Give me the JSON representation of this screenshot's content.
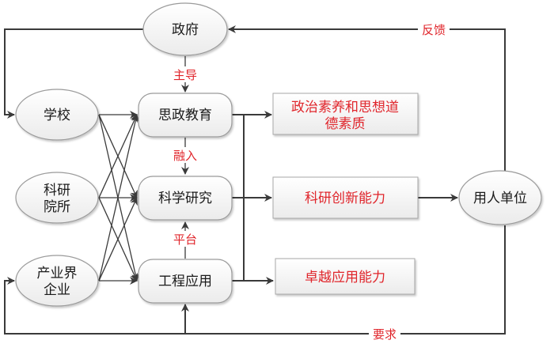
{
  "diagram": {
    "nodes": {
      "government": "政府",
      "school": "学校",
      "research_institute_line1": "科研",
      "research_institute_line2": "院所",
      "industry_line1": "产业界",
      "industry_line2": "企业",
      "ideological_education": "思政教育",
      "scientific_research": "科学研究",
      "engineering_application": "工程应用",
      "employer": "用人单位"
    },
    "outcomes": {
      "political_quality_line1": "政治素养和思想道",
      "political_quality_line2": "德素质",
      "innovation_ability": "科研创新能力",
      "application_ability": "卓越应用能力"
    },
    "edge_labels": {
      "lead": "主导",
      "integrate": "融入",
      "platform": "平台",
      "feedback": "反馈",
      "requirement": "要求"
    },
    "colors": {
      "label_red": "#e0252b",
      "line": "#3a3a3a",
      "node_fill": "#f4f4f4",
      "node_stroke": "#9a9a9a"
    }
  }
}
